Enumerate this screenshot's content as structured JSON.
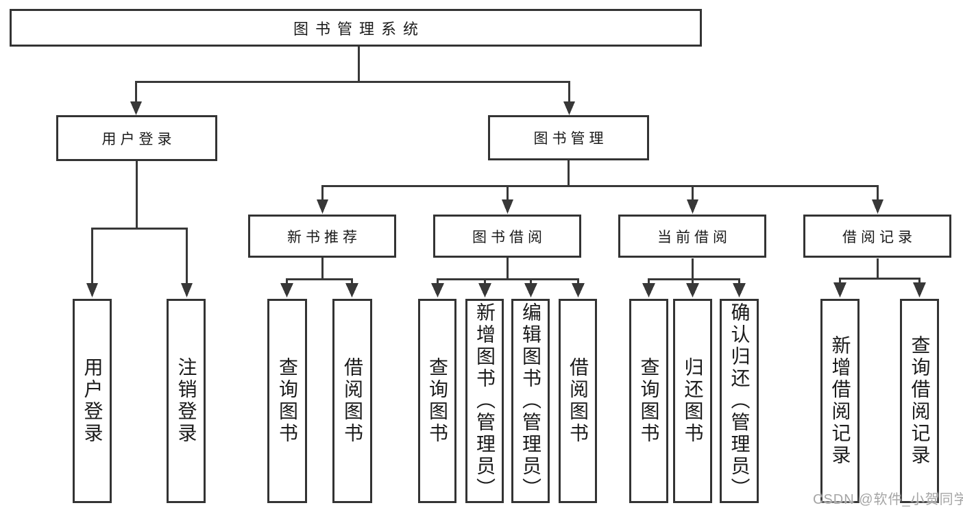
{
  "tree": {
    "root": {
      "label": "图书管理系统"
    },
    "user_login": {
      "label": "用户登录",
      "children": [
        {
          "label": "用户登录"
        },
        {
          "label": "注销登录"
        }
      ]
    },
    "book_mgmt": {
      "label": "图书管理",
      "children": [
        {
          "label": "新书推荐",
          "children": [
            {
              "label": "查询图书"
            },
            {
              "label": "借阅图书"
            }
          ]
        },
        {
          "label": "图书借阅",
          "children": [
            {
              "label": "查询图书"
            },
            {
              "label": "新增图书（管理员）"
            },
            {
              "label": "编辑图书（管理员）"
            },
            {
              "label": "借阅图书"
            }
          ]
        },
        {
          "label": "当前借阅",
          "children": [
            {
              "label": "查询图书"
            },
            {
              "label": "归还图书"
            },
            {
              "label": "确认归还（管理员）"
            }
          ]
        },
        {
          "label": "借阅记录",
          "children": [
            {
              "label": "新增借阅记录"
            },
            {
              "label": "查询借阅记录"
            }
          ]
        }
      ]
    }
  },
  "watermark": {
    "text": "CSDN @软件_小贺同学"
  },
  "colors": {
    "line": "#383838",
    "border": "#333333",
    "text": "#1a1a1a",
    "background": "#ffffff",
    "watermark": "#a5a5a5"
  }
}
